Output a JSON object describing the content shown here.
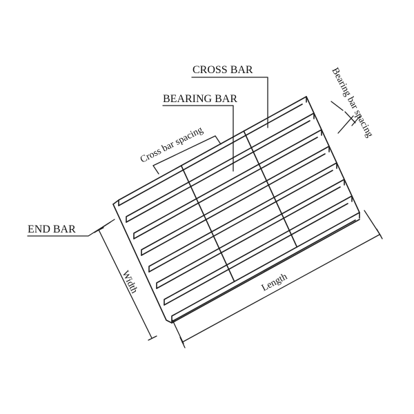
{
  "labels": {
    "cross_bar": "CROSS BAR",
    "bearing_bar": "BEARING BAR",
    "cross_bar_spacing": "Cross bar spacing",
    "bearing_bar_spacing": "Bearing bar spacing",
    "end_bar": "END BAR",
    "width": "Width",
    "length": "Length"
  },
  "grating": {
    "bearing_bar_count": 8,
    "cross_bar_count": 2
  },
  "colors": {
    "line": "#1a1a1a",
    "background": "#ffffff"
  }
}
